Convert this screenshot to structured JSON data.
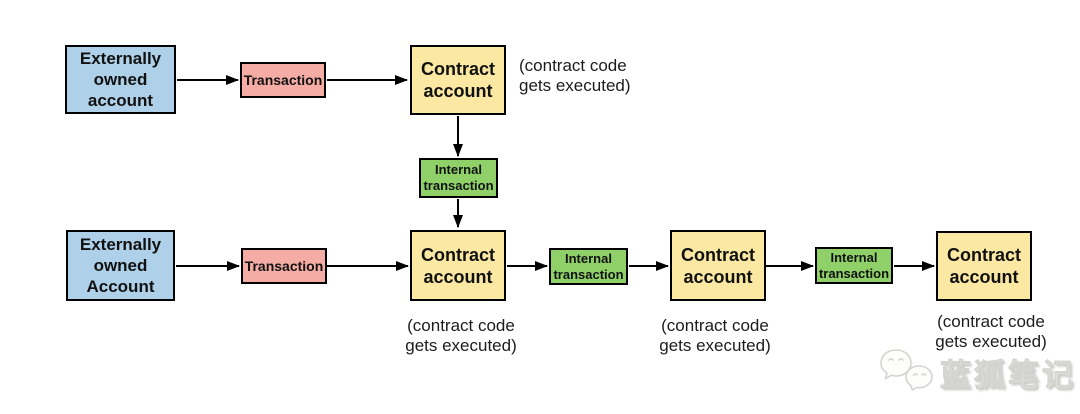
{
  "colors": {
    "background": "#ffffff",
    "eoa_fill": "#aed0e8",
    "transaction_fill": "#f5aca4",
    "contract_fill": "#fae8a3",
    "internal_fill": "#8fd168",
    "border": "#000000",
    "arrow": "#000000",
    "watermark": "#d4d4d0"
  },
  "top_row": {
    "eoa": {
      "label": "Externally\nowned\naccount"
    },
    "transaction": {
      "label": "Transaction"
    },
    "contract": {
      "label": "Contract\naccount"
    },
    "caption": "(contract code\ngets executed)"
  },
  "connector": {
    "internal": {
      "label": "Internal\ntransaction"
    }
  },
  "bottom_row": {
    "eoa": {
      "label": "Externally\nowned\nAccount"
    },
    "transaction": {
      "label": "Transaction"
    },
    "contract1": {
      "label": "Contract\naccount",
      "caption": "(contract code\ngets executed)"
    },
    "internal1": {
      "label": "Internal\ntransaction"
    },
    "contract2": {
      "label": "Contract\naccount",
      "caption": "(contract code\ngets executed)"
    },
    "internal2": {
      "label": "Internal\ntransaction"
    },
    "contract3": {
      "label": "Contract\naccount",
      "caption": "(contract code\ngets executed)"
    }
  },
  "watermark": {
    "icon": "wechat-icon",
    "text": "蓝狐笔记"
  }
}
